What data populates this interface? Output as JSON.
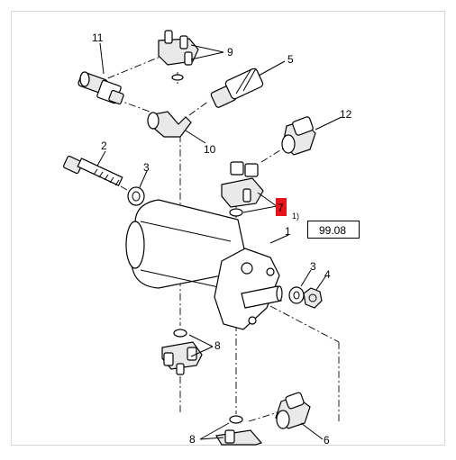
{
  "colors": {
    "highlight": "#e8141b",
    "line": "#000000",
    "frame": "#d7d7d7"
  },
  "callouts": {
    "c1": "1",
    "c1_sup": "1)",
    "c2": "2",
    "c3a": "3",
    "c3b": "3",
    "c4": "4",
    "c5": "5",
    "c6": "6",
    "c7": "7",
    "c8a": "8",
    "c8b": "8",
    "c9": "9",
    "c10": "10",
    "c11": "11",
    "c12": "12"
  },
  "reference_box": "99.08"
}
